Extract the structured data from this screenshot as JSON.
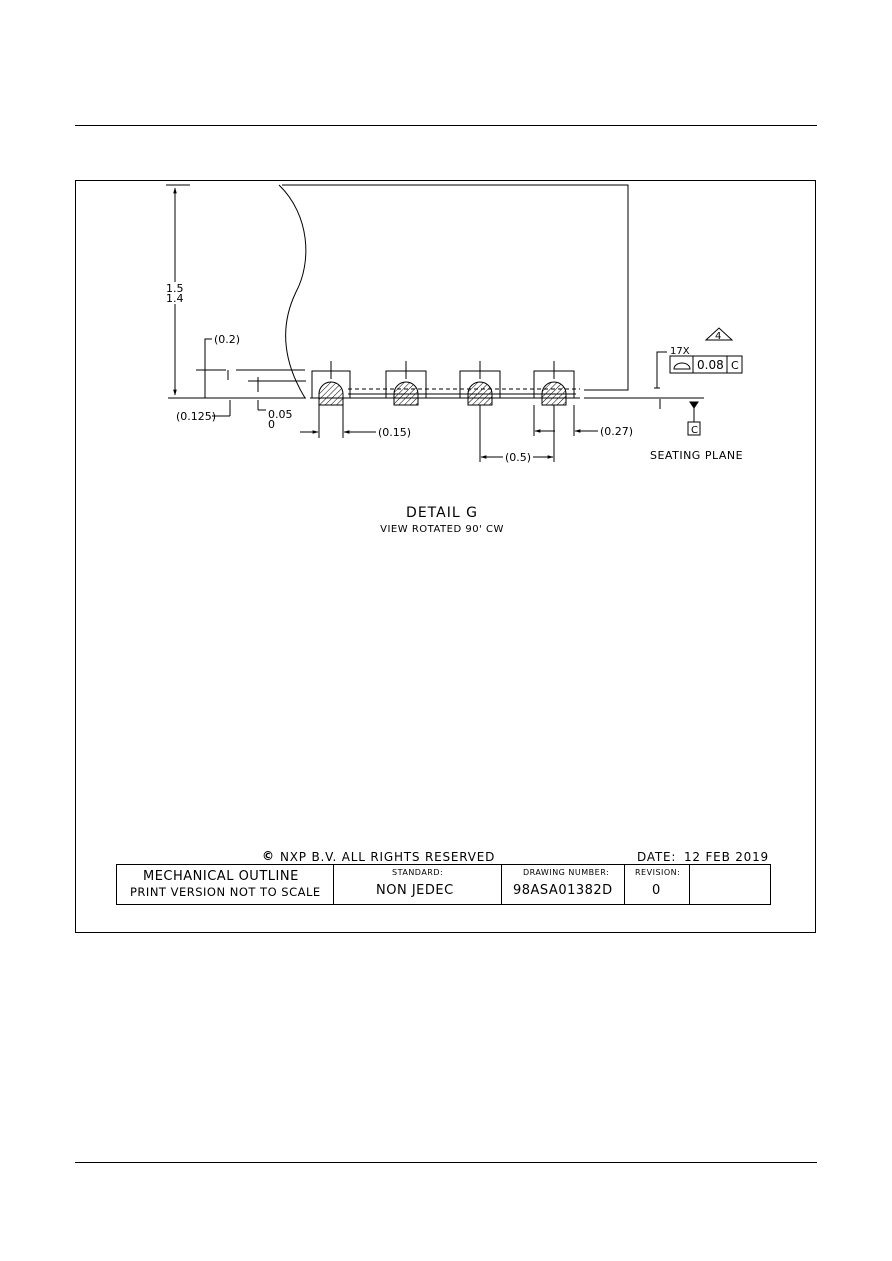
{
  "detail": {
    "title": "DETAIL G",
    "subtitle": "VIEW ROTATED 90' CW"
  },
  "dimensions": {
    "height_max": "1.5",
    "height_min": "1.4",
    "pad_offset": "(0.2)",
    "recess": "(0.125)",
    "standoff_max": "0.05",
    "standoff_min": "0",
    "pad_width": "(0.15)",
    "pitch": "(0.5)",
    "terminal_width": "(0.27)"
  },
  "tolerance": {
    "count": "17X",
    "note_number": "4",
    "value": "0.08",
    "datum": "C"
  },
  "datum_label": "C",
  "seating_plane": "SEATING PLANE",
  "footer": {
    "copyright": "NXP B.V. ALL RIGHTS RESERVED",
    "copyright_symbol": "©",
    "date_label": "DATE:",
    "date_value": "12 FEB 2019"
  },
  "title_block": {
    "line1": "MECHANICAL OUTLINE",
    "line2": "PRINT VERSION NOT TO SCALE",
    "standard_label": "STANDARD:",
    "standard_value": "NON JEDEC",
    "drawing_label": "DRAWING NUMBER:",
    "drawing_value": "98ASA01382D",
    "revision_label": "REVISION:",
    "revision_value": "0"
  }
}
